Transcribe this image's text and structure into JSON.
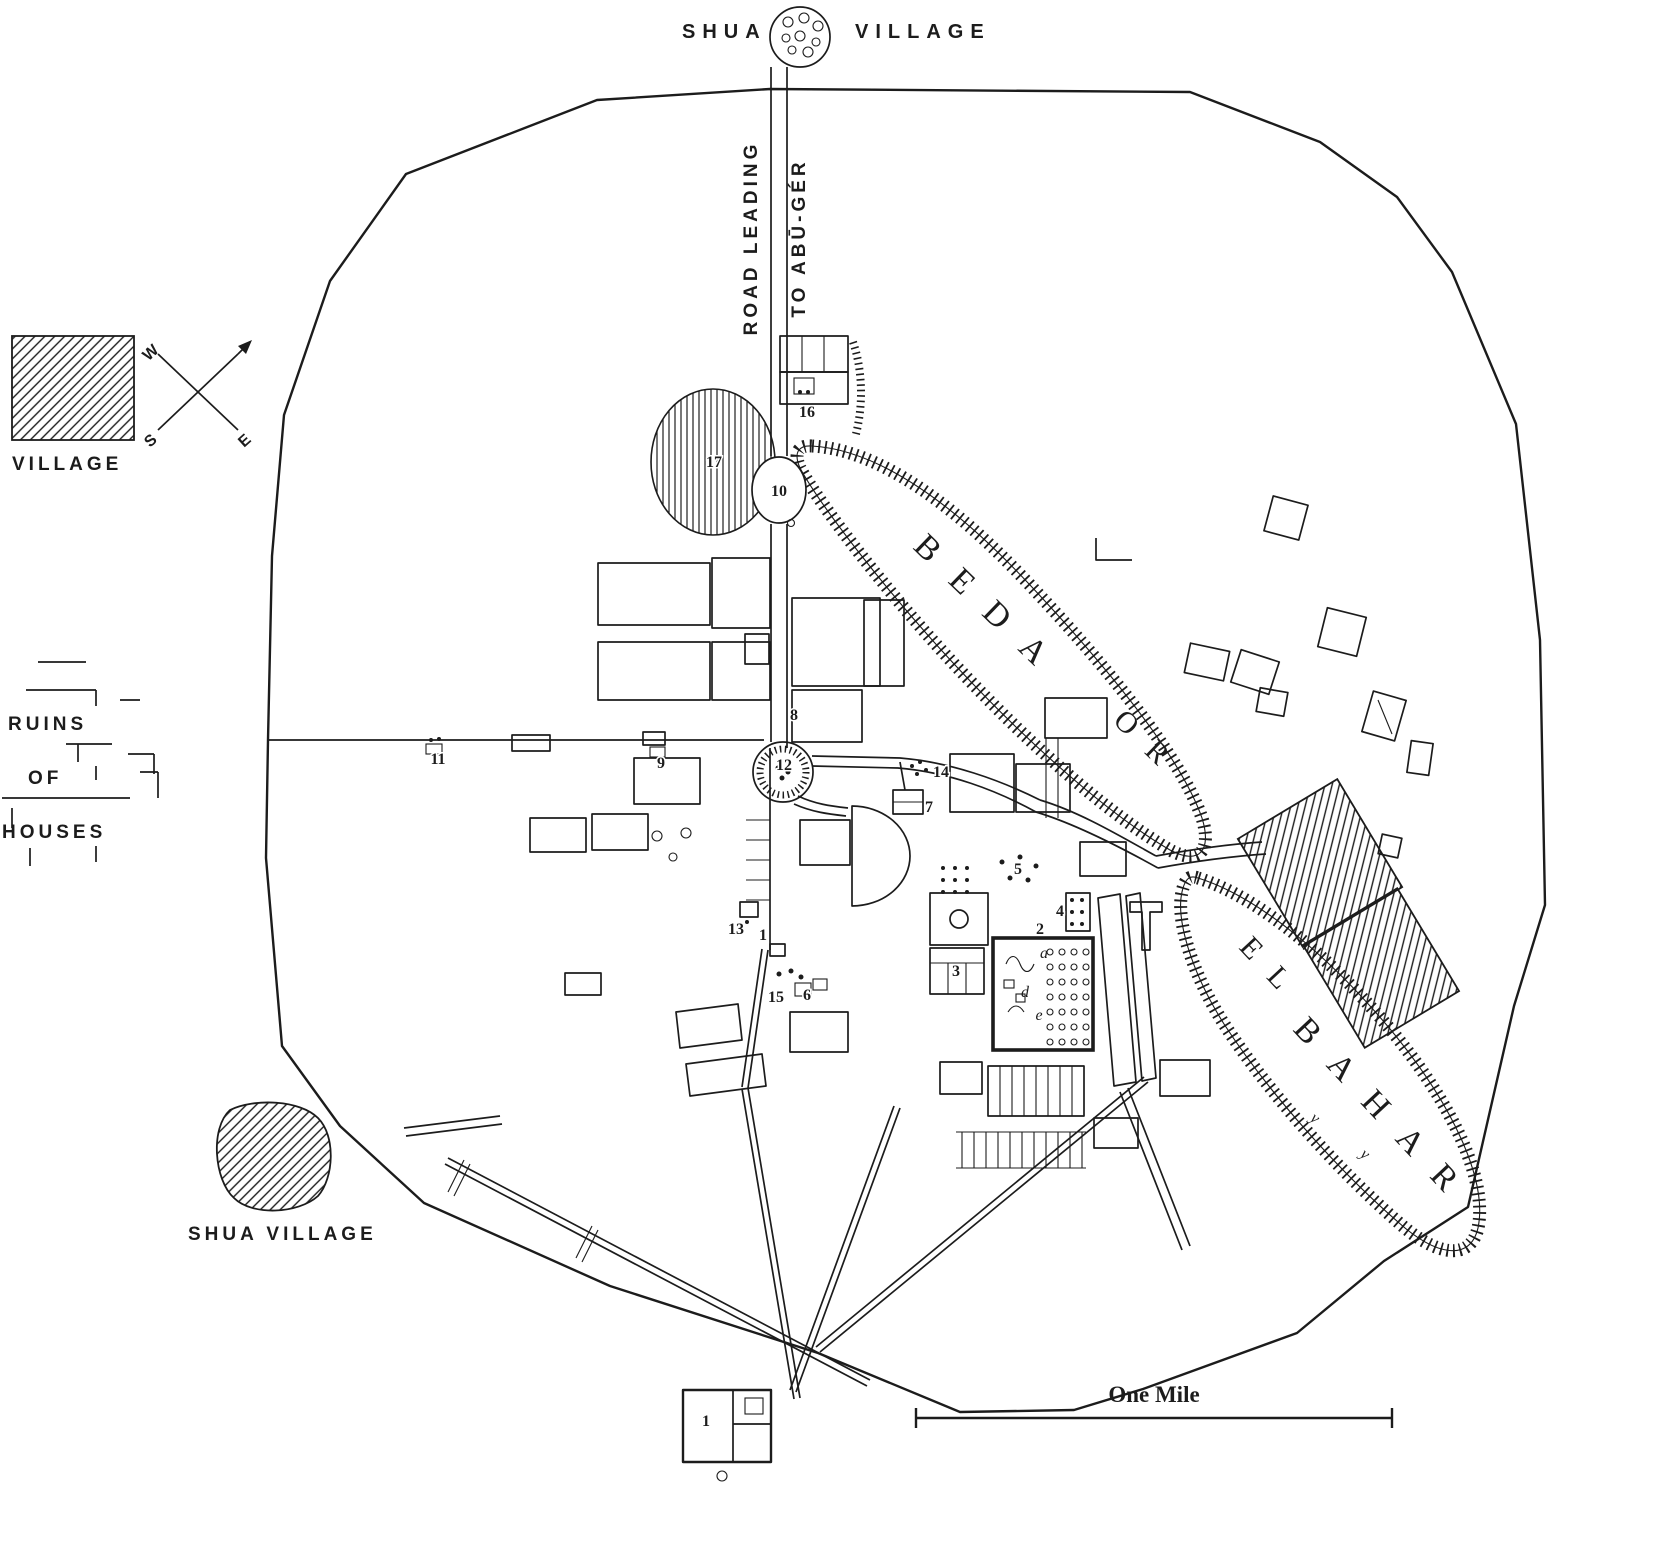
{
  "colors": {
    "ink": "#1c1c1c",
    "paper": "#ffffff"
  },
  "top_village": {
    "left": "SHUA",
    "right": "VILLAGE"
  },
  "road": {
    "left_label": "ROAD LEADING",
    "right_label": "TO ABŪ-GÉR"
  },
  "lagoons": {
    "beda": "BEDA",
    "or": "OR",
    "el": "EL",
    "bahar": "BAHAR"
  },
  "legend": {
    "village_label": "VILLAGE",
    "ruins_word1": "RUINS",
    "ruins_word2": "OF",
    "ruins_word3": "HOUSES",
    "shua_village_label": "SHUA VILLAGE"
  },
  "compass": {
    "west": "W",
    "east": "E",
    "south": "S"
  },
  "scale_bar": {
    "label": "One Mile"
  },
  "markers": [
    "1",
    "1",
    "2",
    "3",
    "4",
    "5",
    "6",
    "7",
    "8",
    "9",
    "10",
    "11",
    "12",
    "13",
    "14",
    "15",
    "16",
    "17"
  ],
  "plan_letters": [
    "a",
    "d",
    "e"
  ],
  "marsh_marks": [
    "y",
    "y"
  ]
}
